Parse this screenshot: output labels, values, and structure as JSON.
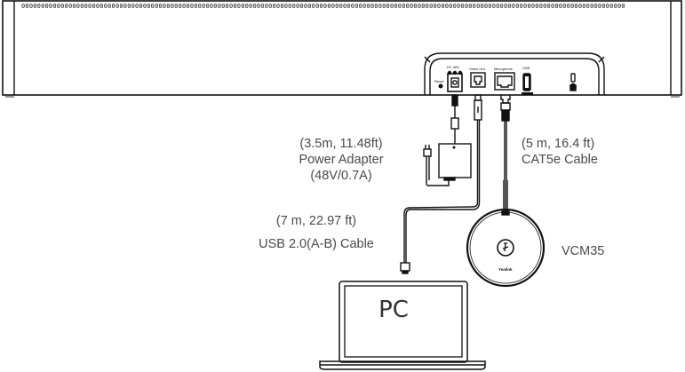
{
  "diagram": {
    "title": "Yealink video bar connection diagram",
    "device": {
      "vent_pattern": "0000000000000000000000000000000000000000000000000000000000000000000000000000000000000000000000000000000000000000000000000000000000000000000000000000000000",
      "ports": {
        "reset": "Reset",
        "dc": "DC 48V",
        "video_out": "Video Out",
        "microphone": "Microphone",
        "usb": "USB"
      }
    },
    "power_adapter": {
      "length": "(3.5m, 11.48ft)",
      "name": "Power Adapter",
      "spec": "(48V/0.7A)"
    },
    "usb_cable": {
      "length": "(7 m, 22.97 ft)",
      "name": "USB 2.0(A-B) Cable"
    },
    "cat5e_cable": {
      "length": "(5 m, 16.4 ft)",
      "name": "CAT5e Cable"
    },
    "microphone": {
      "model": "VCM35",
      "brand": "Yealink"
    },
    "pc": {
      "label": "PC"
    }
  }
}
